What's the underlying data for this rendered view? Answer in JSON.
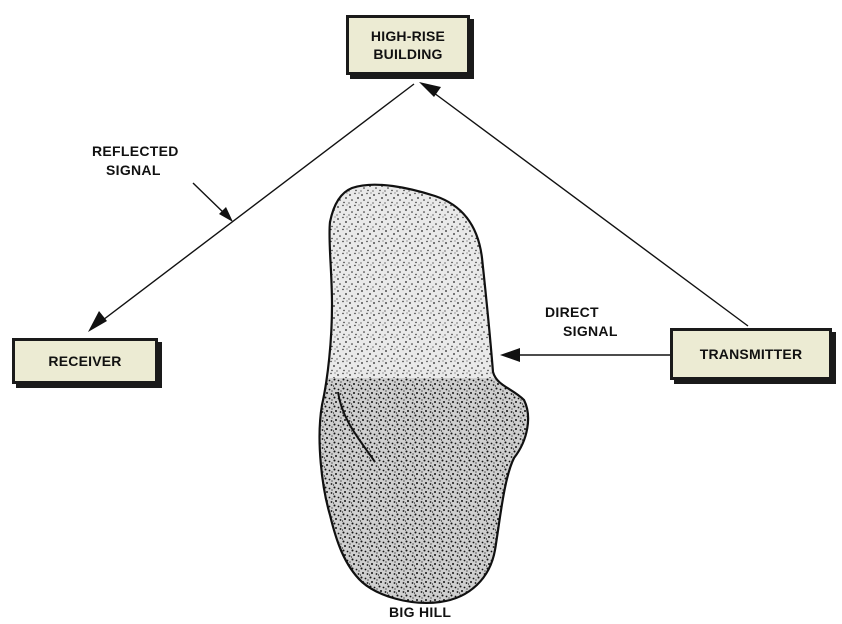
{
  "nodes": {
    "building": "HIGH-RISE\nBUILDING",
    "receiver": "RECEIVER",
    "transmitter": "TRANSMITTER"
  },
  "labels": {
    "reflected_line1": "REFLECTED",
    "reflected_line2": "SIGNAL",
    "direct_line1": "DIRECT",
    "direct_line2": "SIGNAL",
    "hill": "BIG HILL"
  },
  "colors": {
    "box_fill": "#ecebd3",
    "ink": "#1a1a1a"
  },
  "icons": {
    "hill": "stippled-hill-shape",
    "arrowhead": "solid-triangle-arrow"
  }
}
